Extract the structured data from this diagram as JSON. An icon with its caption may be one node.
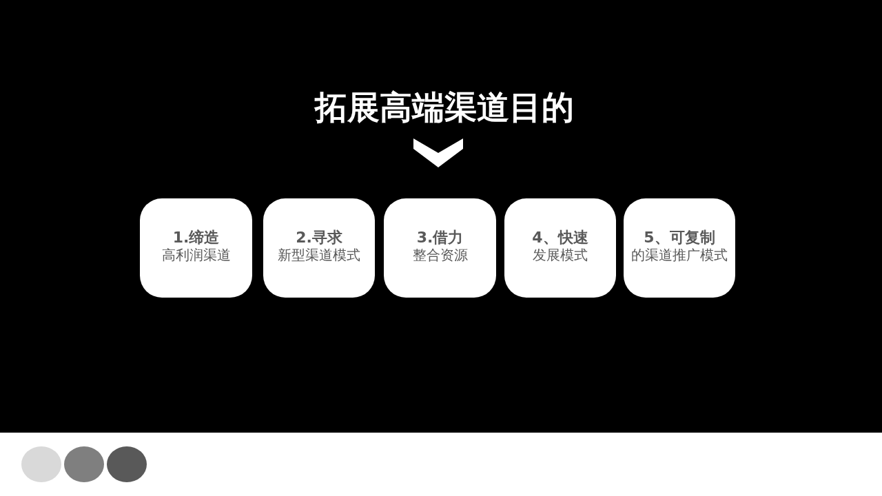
{
  "diagram": {
    "title": "拓展高端渠道目的",
    "nodes": [
      {
        "text": [
          "1.缔造",
          "高利润渠道"
        ]
      },
      {
        "text": [
          "2.寻求",
          "新型渠道模式"
        ]
      },
      {
        "text": [
          "3.借力",
          "整合资源"
        ]
      },
      {
        "text": [
          "4、快速",
          "发展模式"
        ]
      },
      {
        "text": [
          "5、可复制",
          "的渠道推广模式"
        ]
      }
    ]
  }
}
